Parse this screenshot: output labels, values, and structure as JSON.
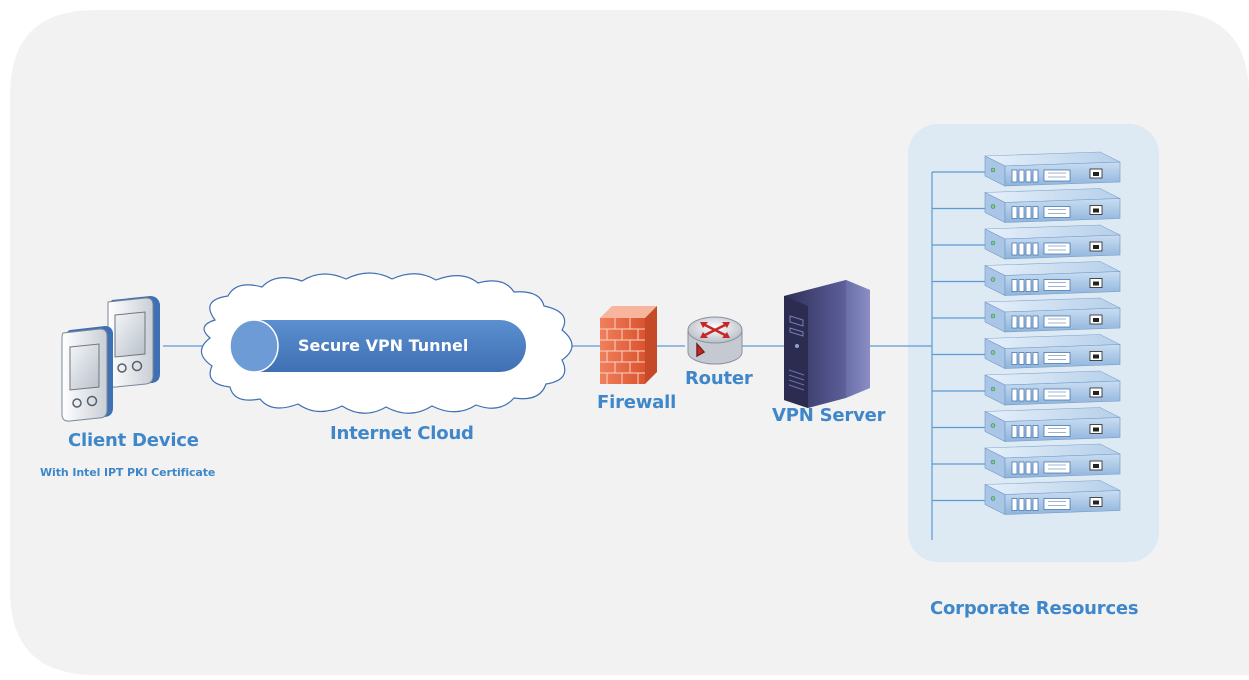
{
  "client": {
    "label": "Client Device",
    "sublabel": "With Intel IPT PKI Certificate"
  },
  "internet": {
    "label": "Internet Cloud",
    "tunnel_label": "Secure VPN Tunnel"
  },
  "firewall": {
    "label": "Firewall"
  },
  "router": {
    "label": "Router"
  },
  "vpn_server": {
    "label": "VPN Server"
  },
  "corporate": {
    "label": "Corporate Resources",
    "server_count": 10
  },
  "colors": {
    "background_panel": "#f2f2f3",
    "rack_panel": "#dde9f3",
    "label_blue": "#3f87c8",
    "tunnel_blue": "#4a7fc1",
    "line_blue": "#5b9bd5",
    "firewall_brick": "#e8623d",
    "server_dark": "#3d3f6e"
  }
}
